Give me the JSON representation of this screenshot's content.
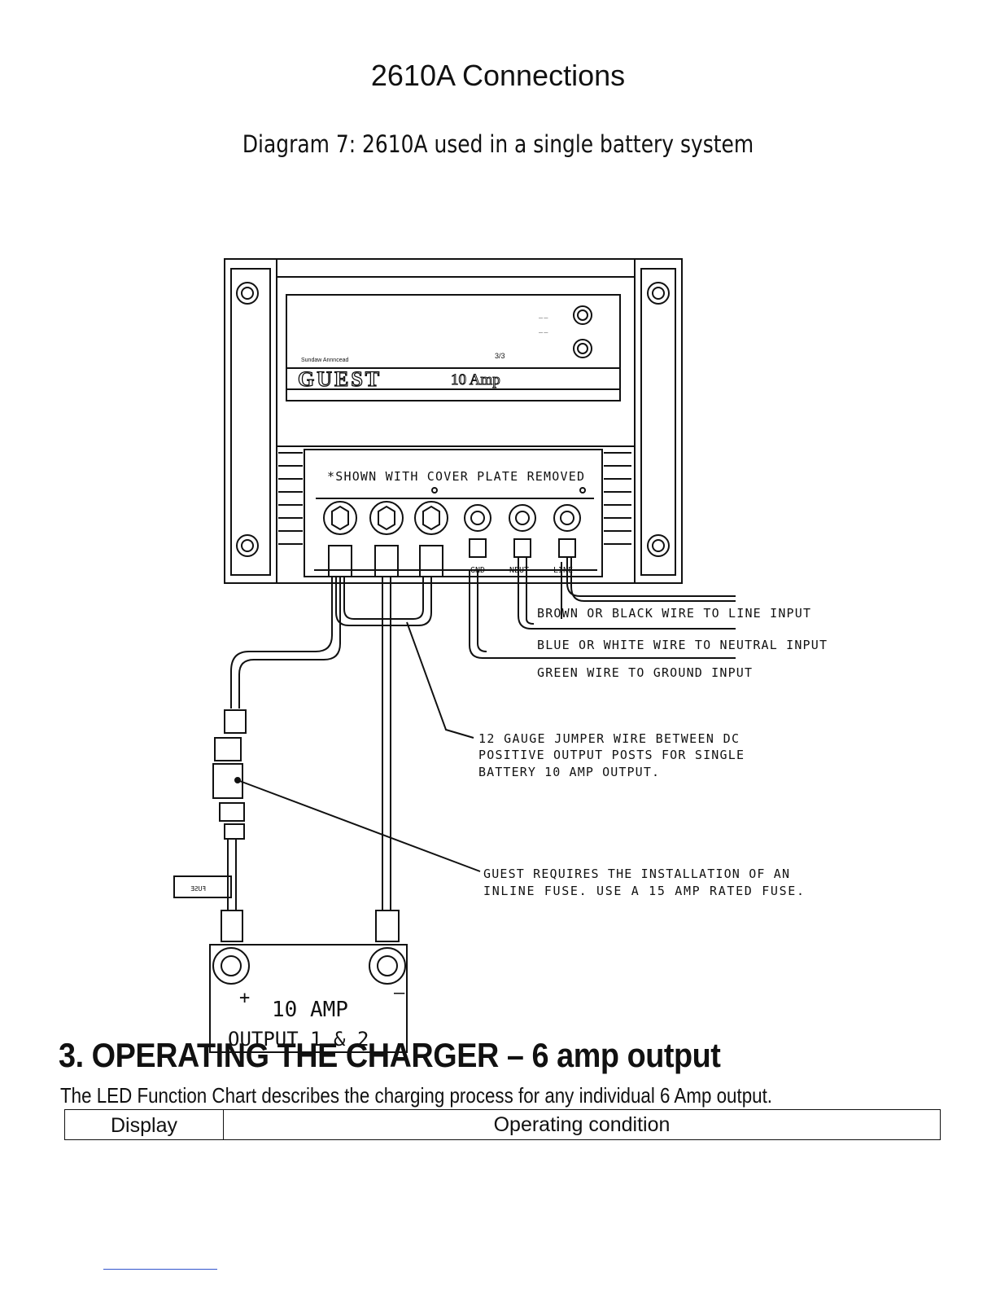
{
  "page": {
    "title": "2610A Connections",
    "diagram_title": "Diagram 7:  2610A used in a single battery system"
  },
  "charger": {
    "brand": "GUEST",
    "rating": "10 Amp",
    "cover_note": "*SHOWN WITH COVER PLATE REMOVED",
    "terminal_labels": [
      "GND",
      "NEUT",
      "LINE"
    ]
  },
  "callouts": {
    "line_wire": "BROWN OR BLACK WIRE TO LINE INPUT",
    "neutral_wire": "BLUE OR WHITE WIRE TO NEUTRAL INPUT",
    "ground_wire": "GREEN WIRE TO GROUND INPUT",
    "jumper_line1": "12 GAUGE JUMPER WIRE BETWEEN DC",
    "jumper_line2": "POSITIVE OUTPUT POSTS FOR SINGLE",
    "jumper_line3": "BATTERY 10 AMP OUTPUT.",
    "fuse_line1": "GUEST REQUIRES THE INSTALLATION OF AN",
    "fuse_line2": "INLINE FUSE.  USE A 15 AMP  RATED FUSE."
  },
  "battery": {
    "plus": "+",
    "minus": "–",
    "line1": "10 AMP",
    "line2": "OUTPUT 1 & 2"
  },
  "section": {
    "heading": "3. OPERATING THE CHARGER – 6 amp output",
    "description": "The LED Function Chart describes the charging process for any individual 6 Amp output."
  },
  "table": {
    "columns": [
      "Display",
      "Operating condition"
    ]
  }
}
